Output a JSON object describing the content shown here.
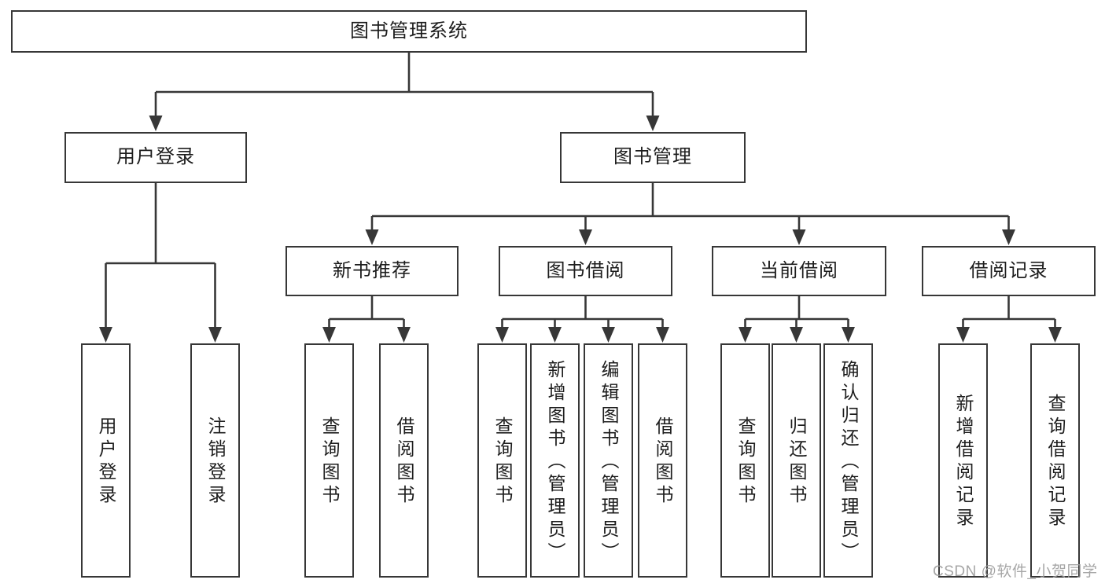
{
  "diagram": {
    "nodes": [
      {
        "id": "root",
        "label": "图书管理系统"
      },
      {
        "id": "login",
        "label": "用户登录",
        "parent": "root"
      },
      {
        "id": "mgmt",
        "label": "图书管理",
        "parent": "root"
      },
      {
        "id": "login-login",
        "label": "用户登录",
        "parent": "login"
      },
      {
        "id": "login-logout",
        "label": "注销登录",
        "parent": "login"
      },
      {
        "id": "rec",
        "label": "新书推荐",
        "parent": "mgmt"
      },
      {
        "id": "borrow",
        "label": "图书借阅",
        "parent": "mgmt"
      },
      {
        "id": "current",
        "label": "当前借阅",
        "parent": "mgmt"
      },
      {
        "id": "record",
        "label": "借阅记录",
        "parent": "mgmt"
      },
      {
        "id": "rec-query",
        "label": "查询图书",
        "parent": "rec"
      },
      {
        "id": "rec-borrow",
        "label": "借阅图书",
        "parent": "rec"
      },
      {
        "id": "borrow-query",
        "label": "查询图书",
        "parent": "borrow"
      },
      {
        "id": "borrow-add",
        "label": "新增图书（管理员）",
        "parent": "borrow"
      },
      {
        "id": "borrow-edit",
        "label": "编辑图书（管理员）",
        "parent": "borrow"
      },
      {
        "id": "borrow-borrow",
        "label": "借阅图书",
        "parent": "borrow"
      },
      {
        "id": "cur-query",
        "label": "查询图书",
        "parent": "current"
      },
      {
        "id": "cur-return",
        "label": "归还图书",
        "parent": "current"
      },
      {
        "id": "cur-confirm",
        "label": "确认归还（管理员）",
        "parent": "current"
      },
      {
        "id": "rec2-add",
        "label": "新增借阅记录",
        "parent": "record"
      },
      {
        "id": "rec2-query",
        "label": "查询借阅记录",
        "parent": "record"
      }
    ],
    "line_color": "#373737",
    "watermark": "CSDN @软件_小贺同学"
  }
}
